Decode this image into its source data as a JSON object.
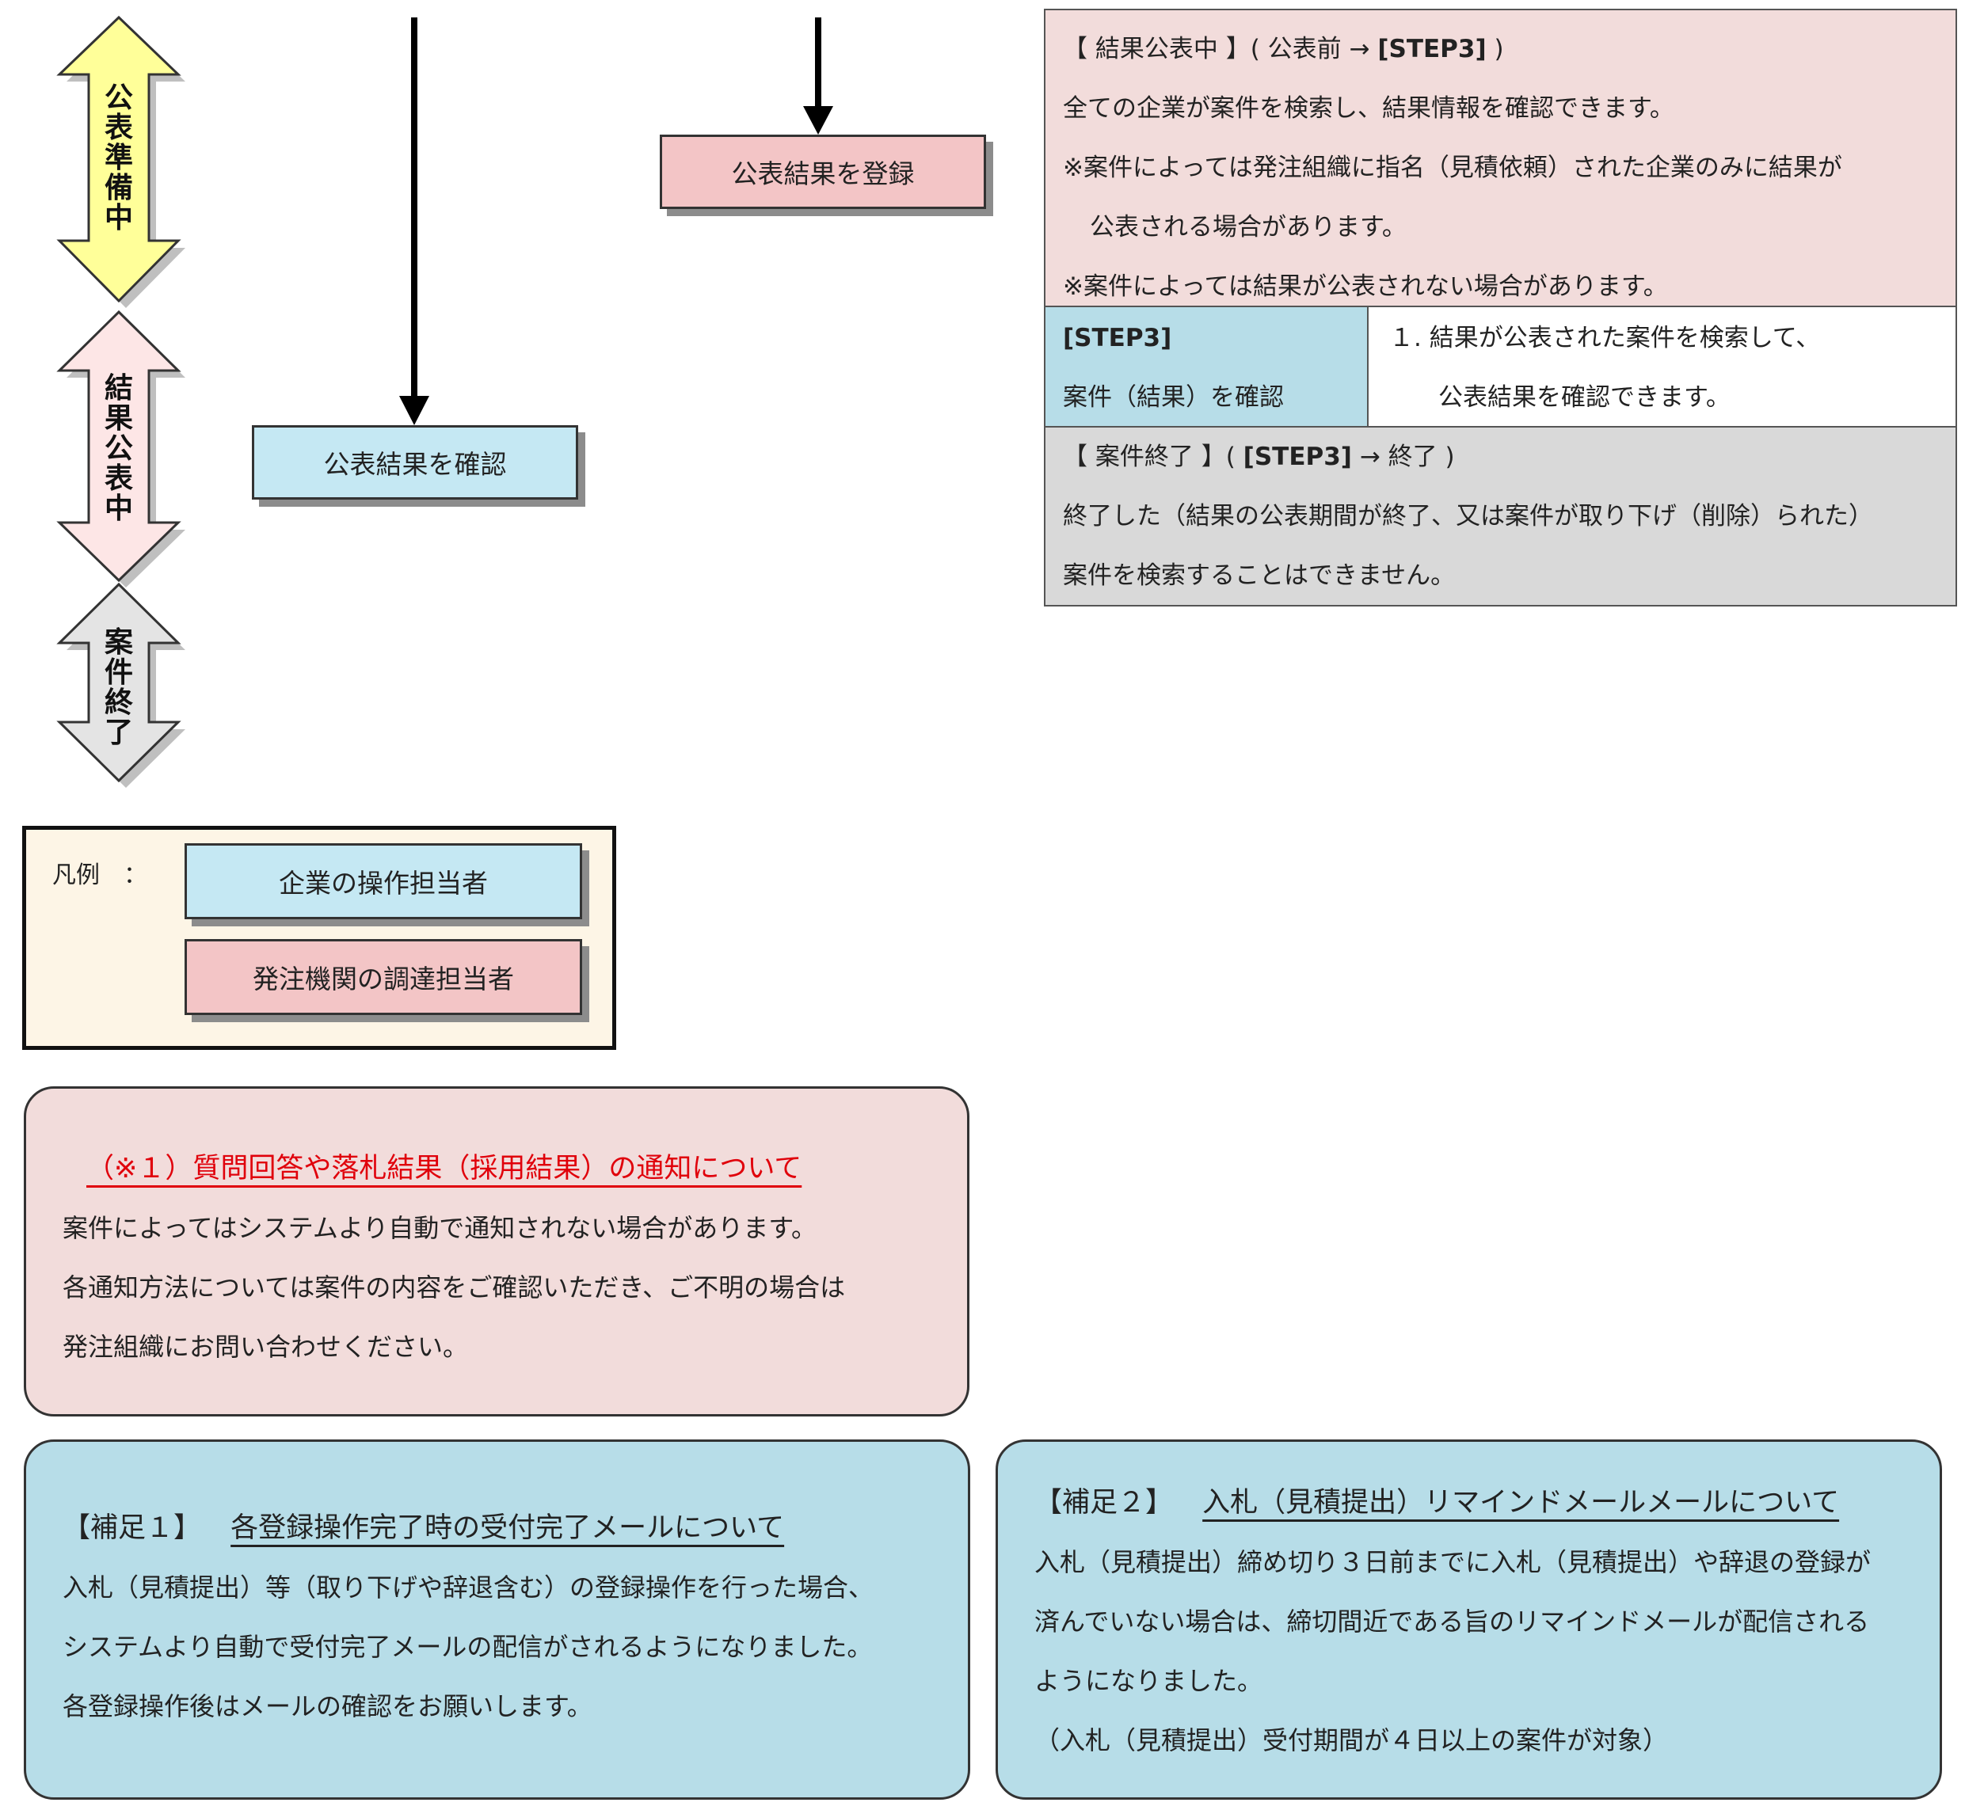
{
  "phases": [
    {
      "label": "公表準備中",
      "color": "#ffff99"
    },
    {
      "label": "結果公表中",
      "color": "#fde6e6"
    },
    {
      "label": "案件終了",
      "color": "#e4e4e4"
    }
  ],
  "flow": {
    "register_label": "公表結果を登録",
    "confirm_label": "公表結果を確認"
  },
  "status_panel": {
    "publishing": {
      "title_prefix": "【 結果公表中 】( 公表前 →",
      "title_step": "[STEP3]",
      "title_suffix": ")",
      "line1": "全ての企業が案件を検索し、結果情報を確認できます。",
      "line2": "※案件によっては発注組織に指名（見積依頼）された企業のみに結果が",
      "line3": "公表される場合があります。",
      "line4": "※案件によっては結果が公表されない場合があります。"
    },
    "step3": {
      "step_label": "[STEP3]",
      "step_desc": "案件（結果）を確認",
      "detail_line1": "１. 結果が公表された案件を検索して、",
      "detail_line2": "公表結果を確認できます。"
    },
    "ended": {
      "title_prefix": "【 案件終了 】(",
      "title_step": "[STEP3]",
      "title_suffix": "→ 終了 )",
      "line1": "終了した（結果の公表期間が終了、又は案件が取り下げ（削除）られた）",
      "line2": "案件を検索することはできません。"
    }
  },
  "legend": {
    "label": "凡例　：",
    "company": "企業の操作担当者",
    "agency": "発注機関の調達担当者"
  },
  "note1": {
    "heading": "（※１）質問回答や落札結果（採用結果）の通知について",
    "line1": "案件によってはシステムより自動で通知されない場合があります。",
    "line2": "各通知方法については案件の内容をご確認いただき、ご不明の場合は",
    "line3": "発注組織にお問い合わせください。"
  },
  "supplement1": {
    "tag": "【補足１】",
    "heading": "各登録操作完了時の受付完了メールについて",
    "line1": "入札（見積提出）等（取り下げや辞退含む）の登録操作を行った場合、",
    "line2": "システムより自動で受付完了メールの配信がされるようになりました。",
    "line3": "各登録操作後はメールの確認をお願いします。"
  },
  "supplement2": {
    "tag": "【補足２】",
    "heading": "入札（見積提出）リマインドメールメールについて",
    "line1": "入札（見積提出）締め切り３日前までに入札（見積提出）や辞退の登録が",
    "line2": "済んでいない場合は、締切間近である旨のリマインドメールが配信される",
    "line3": "ようになりました。",
    "line4": "（入札（見積提出）受付期間が４日以上の案件が対象）"
  }
}
